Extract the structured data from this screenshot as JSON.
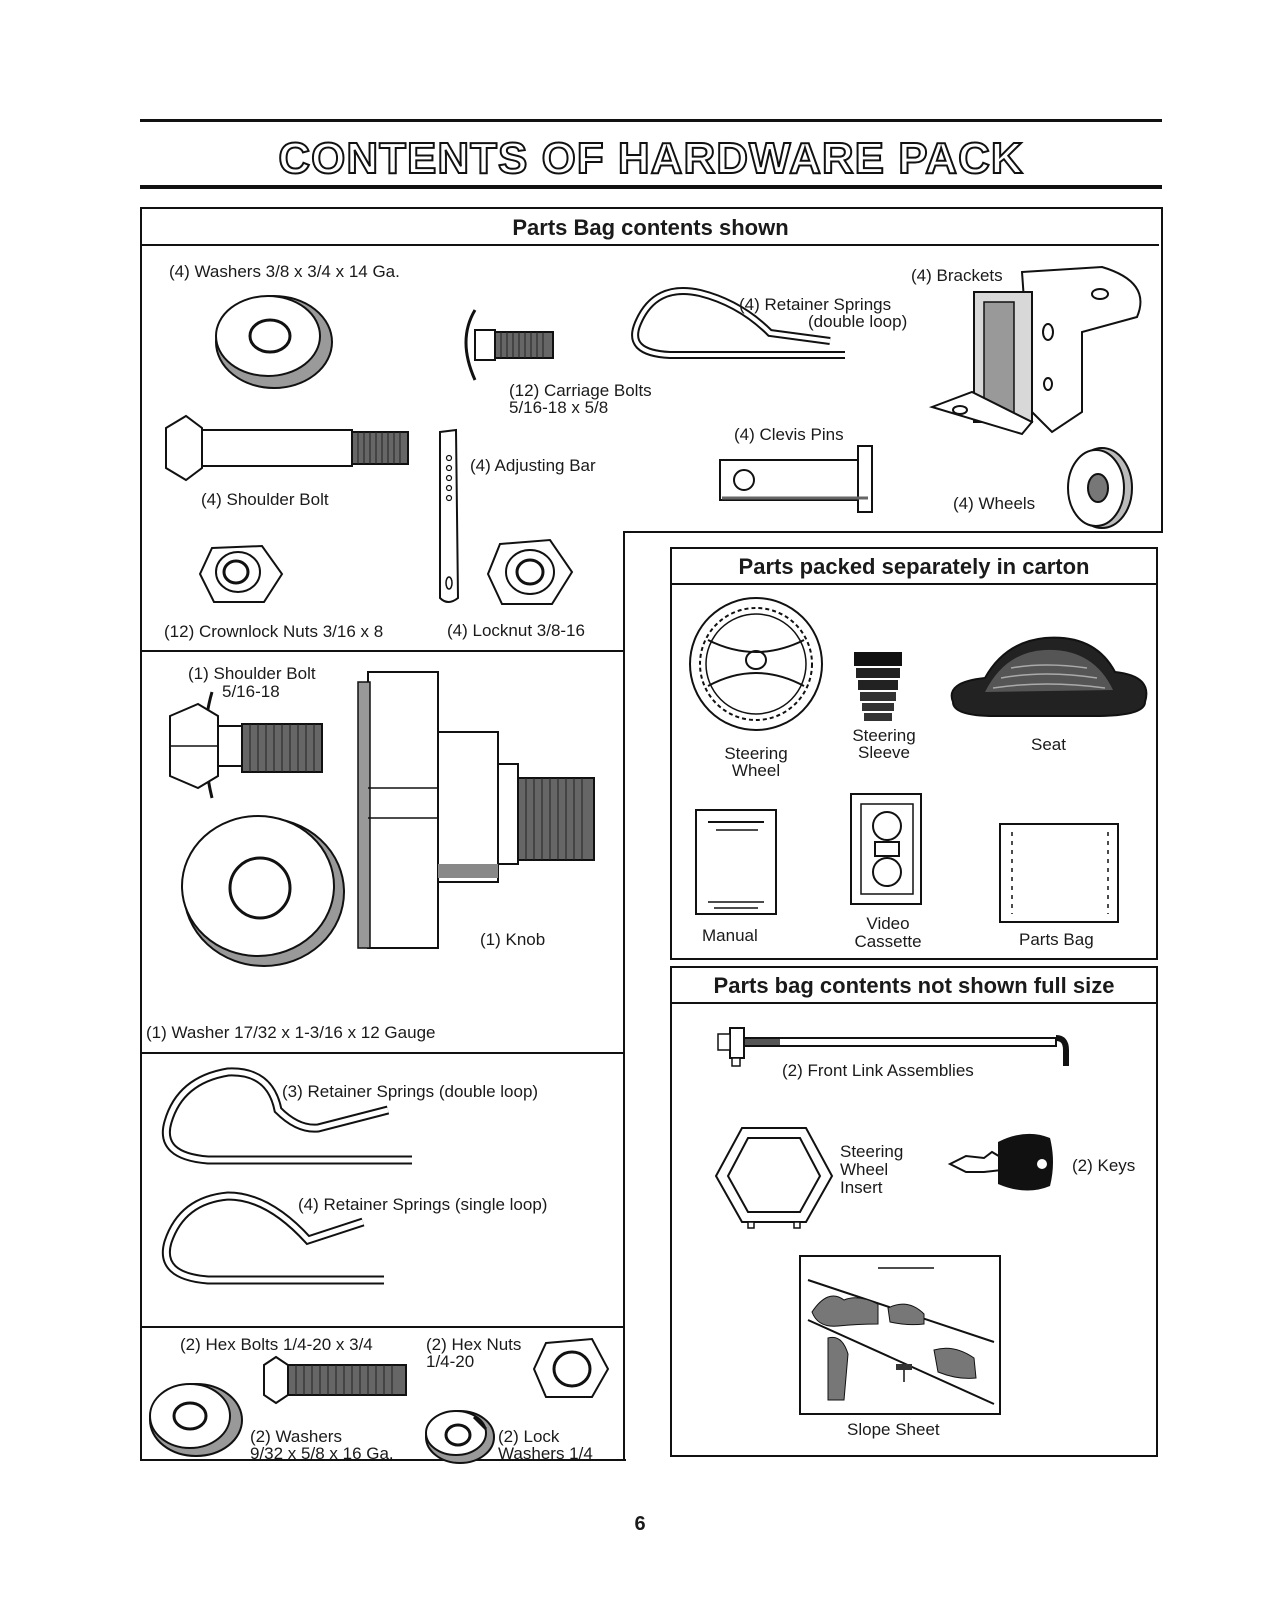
{
  "title": "CONTENTS OF HARDWARE PACK",
  "page_number": "6",
  "parts_bag": {
    "header": "Parts Bag contents shown",
    "washers": "(4) Washers 3/8 x 3/4 x 14 Ga.",
    "carriage_bolts_1": "(12) Carriage Bolts",
    "carriage_bolts_2": "5/16-18 x 5/8",
    "retainer_springs_1": "(4)  Retainer Springs",
    "retainer_springs_2": "(double loop)",
    "brackets": "(4) Brackets",
    "shoulder_bolt": "(4) Shoulder Bolt",
    "adjusting_bar": "(4) Adjusting Bar",
    "clevis_pins": "(4) Clevis Pins",
    "wheels": "(4) Wheels",
    "crownlock_nuts": "(12) Crownlock Nuts  3/16 x 8",
    "locknut": "(4) Locknut  3/8-16",
    "shoulder_bolt_1_a": "(1) Shoulder Bolt",
    "shoulder_bolt_1_b": "5/16-18",
    "knob": "(1) Knob",
    "washer_1": "(1) Washer  17/32 x 1-3/16 x 12 Gauge",
    "retainer_double": "(3)  Retainer Springs (double loop)",
    "retainer_single": "(4)  Retainer Springs (single loop)",
    "hex_bolts": "(2) Hex Bolts  1/4-20 x 3/4",
    "hex_nuts_a": "(2) Hex Nuts",
    "hex_nuts_b": "1/4-20",
    "washers_2_a": "(2) Washers",
    "washers_2_b": "9/32  x 5/8 x 16 Ga.",
    "lock_washers_a": "(2) Lock",
    "lock_washers_b": "Washers  1/4"
  },
  "carton": {
    "header": "Parts packed separately in carton",
    "steering_wheel_a": "Steering",
    "steering_wheel_b": "Wheel",
    "steering_sleeve_a": "Steering",
    "steering_sleeve_b": "Sleeve",
    "seat": "Seat",
    "manual": "Manual",
    "video_a": "Video",
    "video_b": "Cassette",
    "parts_bag": "Parts Bag"
  },
  "not_full_size": {
    "header": "Parts bag contents not shown full size",
    "front_link": "(2) Front Link Assemblies",
    "insert_a": "Steering",
    "insert_b": "Wheel",
    "insert_c": "Insert",
    "keys": "(2) Keys",
    "slope_sheet": "Slope Sheet"
  }
}
